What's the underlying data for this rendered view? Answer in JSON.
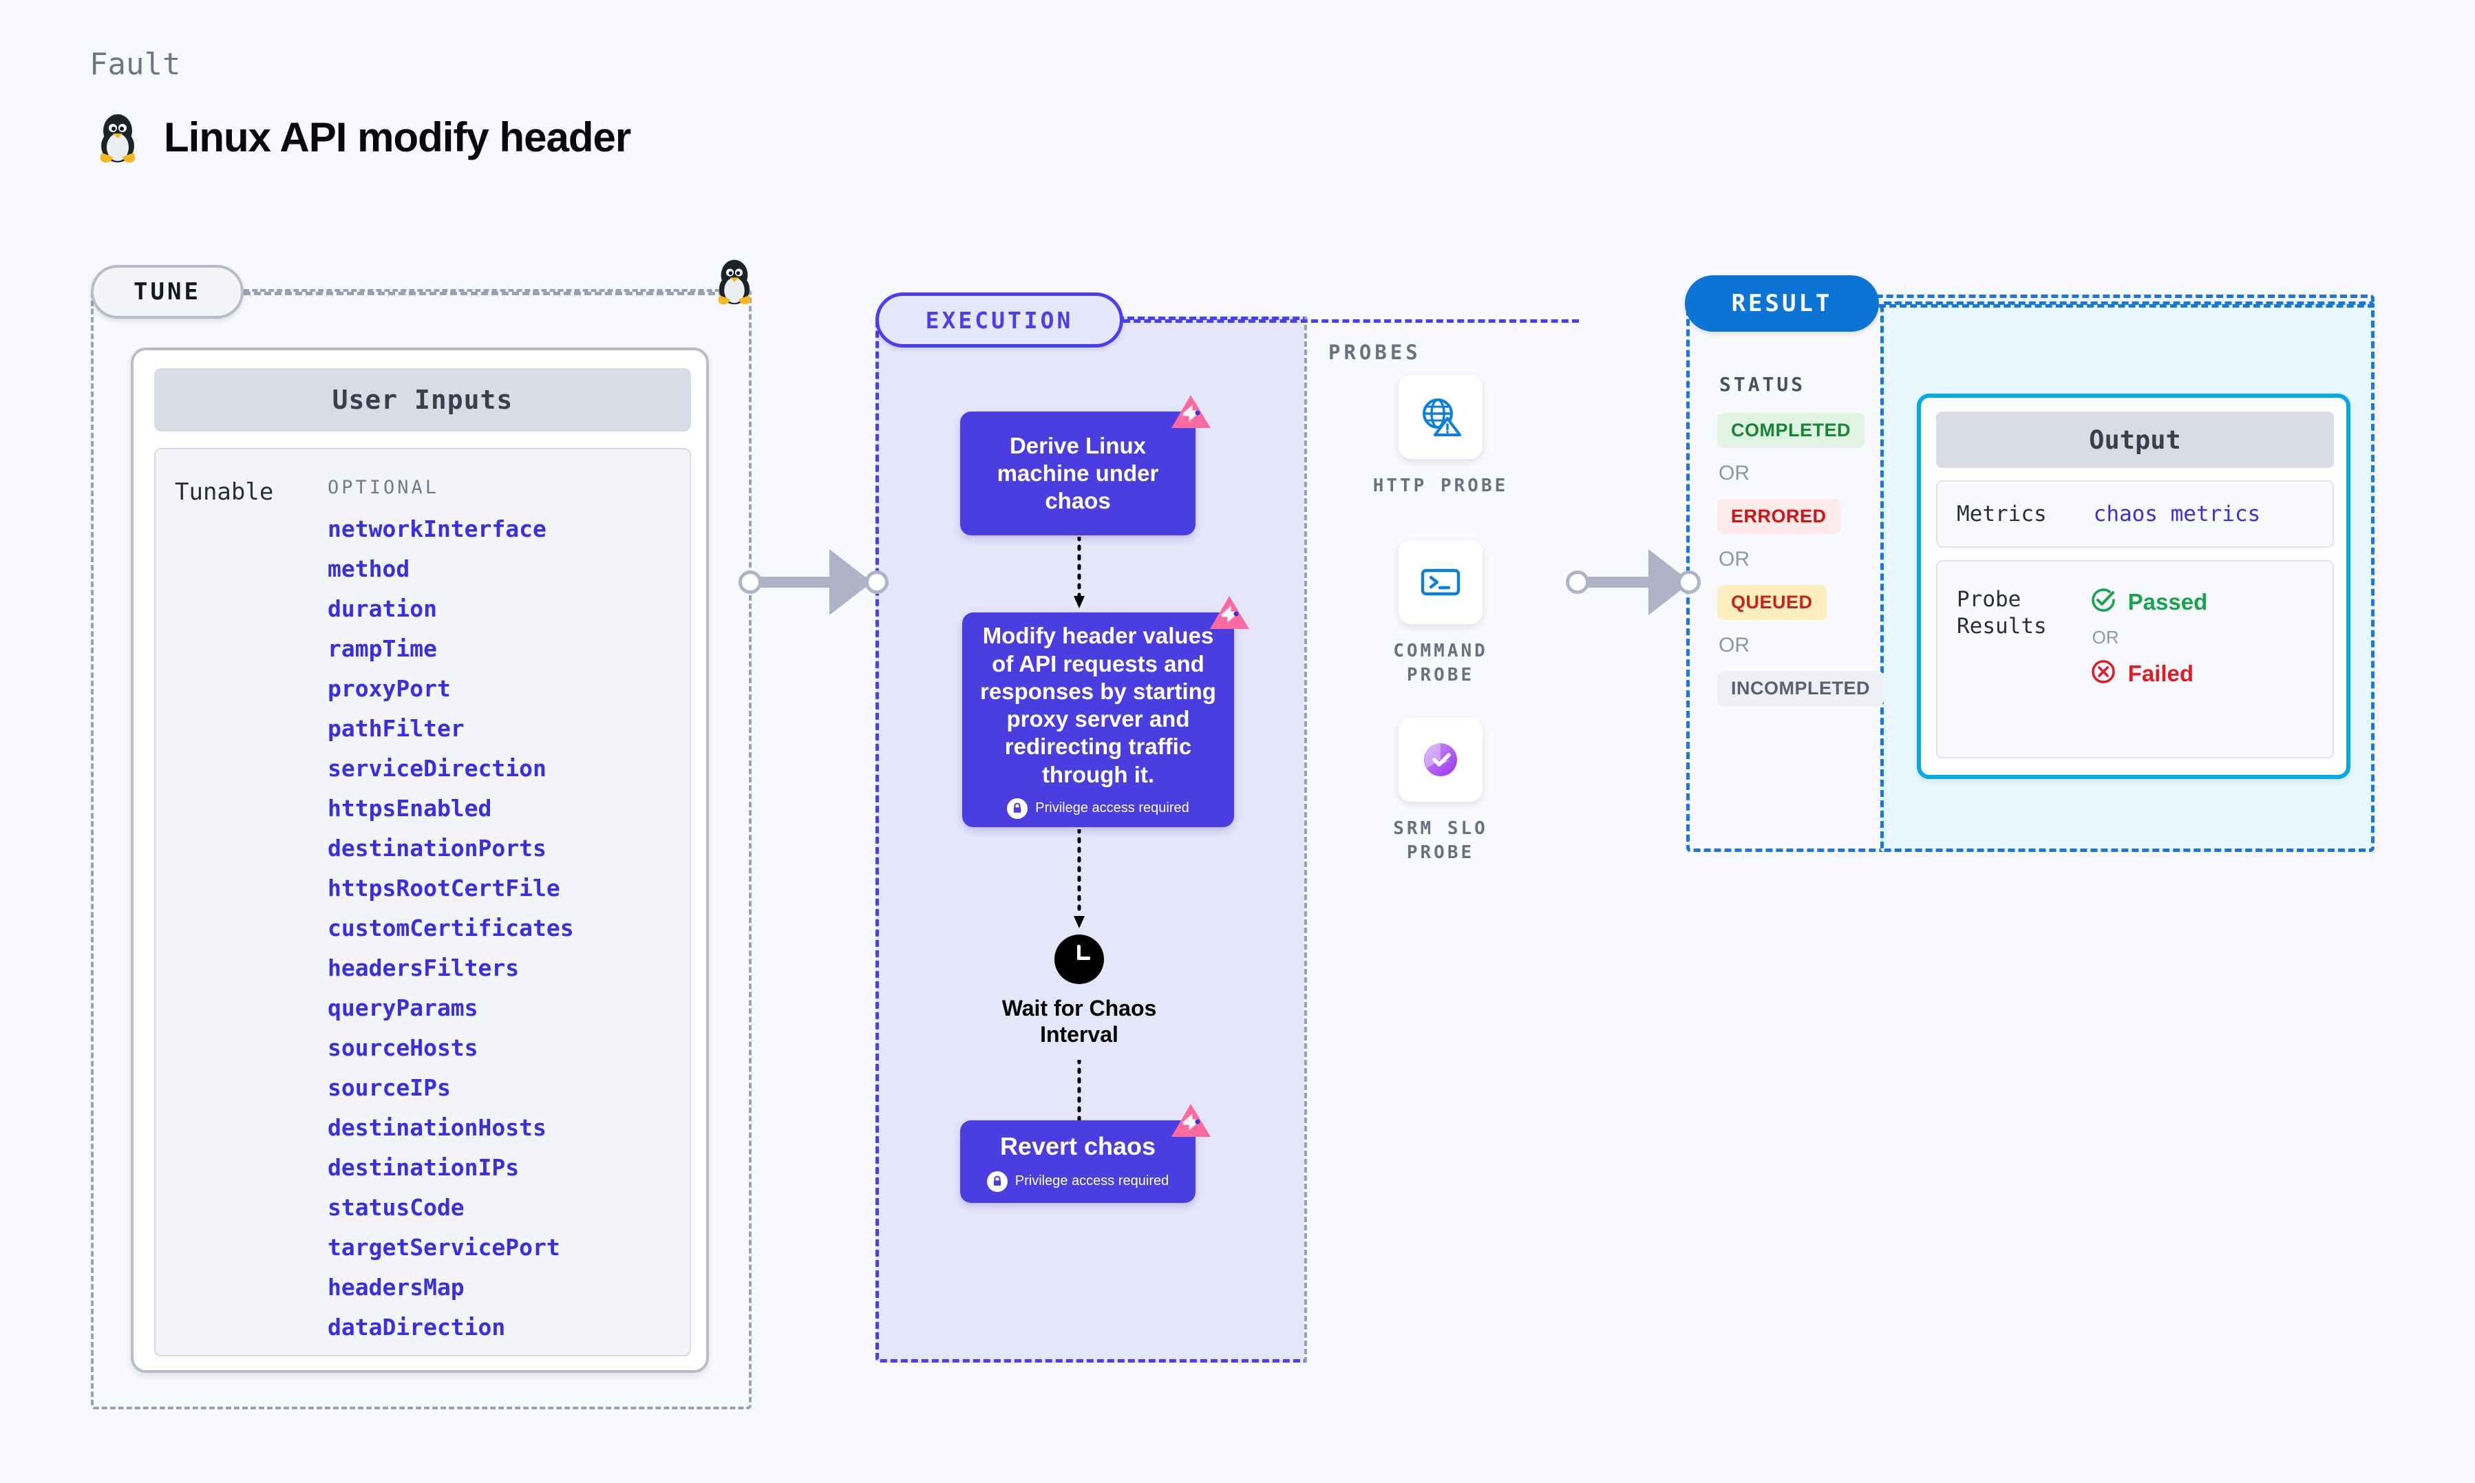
{
  "header": {
    "eyebrow": "Fault",
    "title": "Linux API modify header",
    "os_icon": "linux-penguin-icon"
  },
  "colors": {
    "page_bg": "#f7f9fc",
    "exec_accent": "#4b3ef0",
    "exec_box": "#4b3ee0",
    "exec_panel_bg": "#e6e6fa",
    "result_accent": "#1a79d8",
    "result_pill": "#0b74d4",
    "output_border": "#05a9e8",
    "output_panel_bg": "#e8f8fd",
    "param_text": "#3a2fe0",
    "connector": "#b0b3c8",
    "corner_badge": "#fb6ba0",
    "passed_green": "#16a34a",
    "failed_red": "#e01b24"
  },
  "tune": {
    "pill_label": "TUNE",
    "card_title": "User Inputs",
    "tunable_label": "Tunable",
    "optional_label": "OPTIONAL",
    "parameters": [
      "networkInterface",
      "method",
      "duration",
      "rampTime",
      "proxyPort",
      "pathFilter",
      "serviceDirection",
      "httpsEnabled",
      "destinationPorts",
      "httpsRootCertFile",
      "customCertificates",
      "headersFilters",
      "queryParams",
      "sourceHosts",
      "sourceIPs",
      "destinationHosts",
      "destinationIPs",
      "statusCode",
      "targetServicePort",
      "headersMap",
      "dataDirection"
    ]
  },
  "execution": {
    "pill_label": "EXECUTION",
    "steps": [
      {
        "text": "Derive Linux machine under chaos",
        "privilege": null,
        "badge": "chaos-corner-badge"
      },
      {
        "text": "Modify header values of API requests and responses by starting proxy server and redirecting traffic through it.",
        "privilege": "Privilege access required",
        "badge": "chaos-corner-badge"
      }
    ],
    "wait_node": {
      "label": "Wait for Chaos Interval",
      "icon": "clock-icon"
    },
    "revert": {
      "text": "Revert chaos",
      "privilege": "Privilege access required",
      "badge": "chaos-corner-badge"
    }
  },
  "probes": {
    "section_label": "PROBES",
    "items": [
      {
        "label": "HTTP PROBE",
        "icon": "globe-warning-icon"
      },
      {
        "label": "COMMAND PROBE",
        "icon": "terminal-icon"
      },
      {
        "label": "SRM SLO PROBE",
        "icon": "slo-donut-check-icon"
      }
    ]
  },
  "result": {
    "pill_label": "RESULT",
    "status_label": "STATUS",
    "or_label": "OR",
    "statuses": [
      {
        "label": "COMPLETED",
        "bg": "#dff5e1",
        "fg": "#188438"
      },
      {
        "label": "ERRORED",
        "bg": "#fdeaea",
        "fg": "#d31212"
      },
      {
        "label": "QUEUED",
        "bg": "#fdeebd",
        "fg": "#cc1f1f"
      },
      {
        "label": "INCOMPLETED",
        "bg": "#eef0f6",
        "fg": "#5b6070"
      }
    ],
    "output": {
      "title": "Output",
      "metrics_key": "Metrics",
      "metrics_value": "chaos metrics",
      "probe_results_key": "Probe\nResults",
      "passed_label": "Passed",
      "failed_label": "Failed",
      "or_label": "OR",
      "passed_icon": "check-circle-icon",
      "failed_icon": "x-circle-icon"
    }
  }
}
